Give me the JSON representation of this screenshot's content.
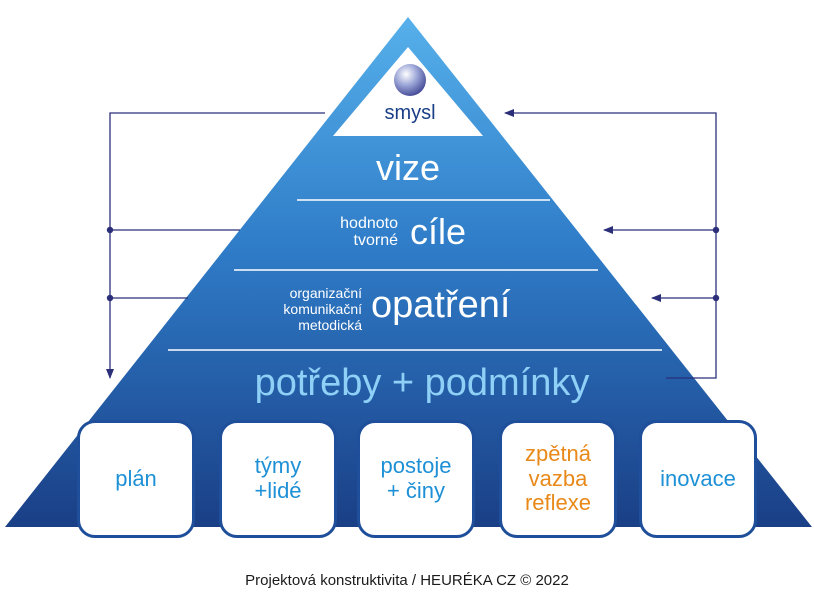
{
  "pyramid": {
    "apex": "smysl",
    "levels": {
      "vision": "vize",
      "goals": {
        "prefix_line1": "hodnoto",
        "prefix_line2": "tvorné",
        "label": "cíle"
      },
      "measures": {
        "prefix_line1": "organizační",
        "prefix_line2": "komunikační",
        "prefix_line3": "metodická",
        "label": "opatření"
      },
      "base": "potřeby + podmínky"
    }
  },
  "boxes": [
    {
      "label": "plán",
      "color": "#1e90d6"
    },
    {
      "label": "týmy\n+lidé",
      "color": "#1e90d6"
    },
    {
      "label": "postoje\n+ činy",
      "color": "#1e90d6"
    },
    {
      "label": "zpětná\nvazba\nreflexe",
      "color": "#e8891a"
    },
    {
      "label": "inovace",
      "color": "#1e90d6"
    }
  ],
  "footer": "Projektová konstruktivita / HEURÉKA CZ © 2022",
  "colors": {
    "apex_light": "#4fa9e6",
    "base_dark": "#1a3f86",
    "box_border": "#1f4f9a",
    "arrow": "#2b2f7a",
    "orange": "#e8891a",
    "blue_text": "#1e90d6"
  }
}
